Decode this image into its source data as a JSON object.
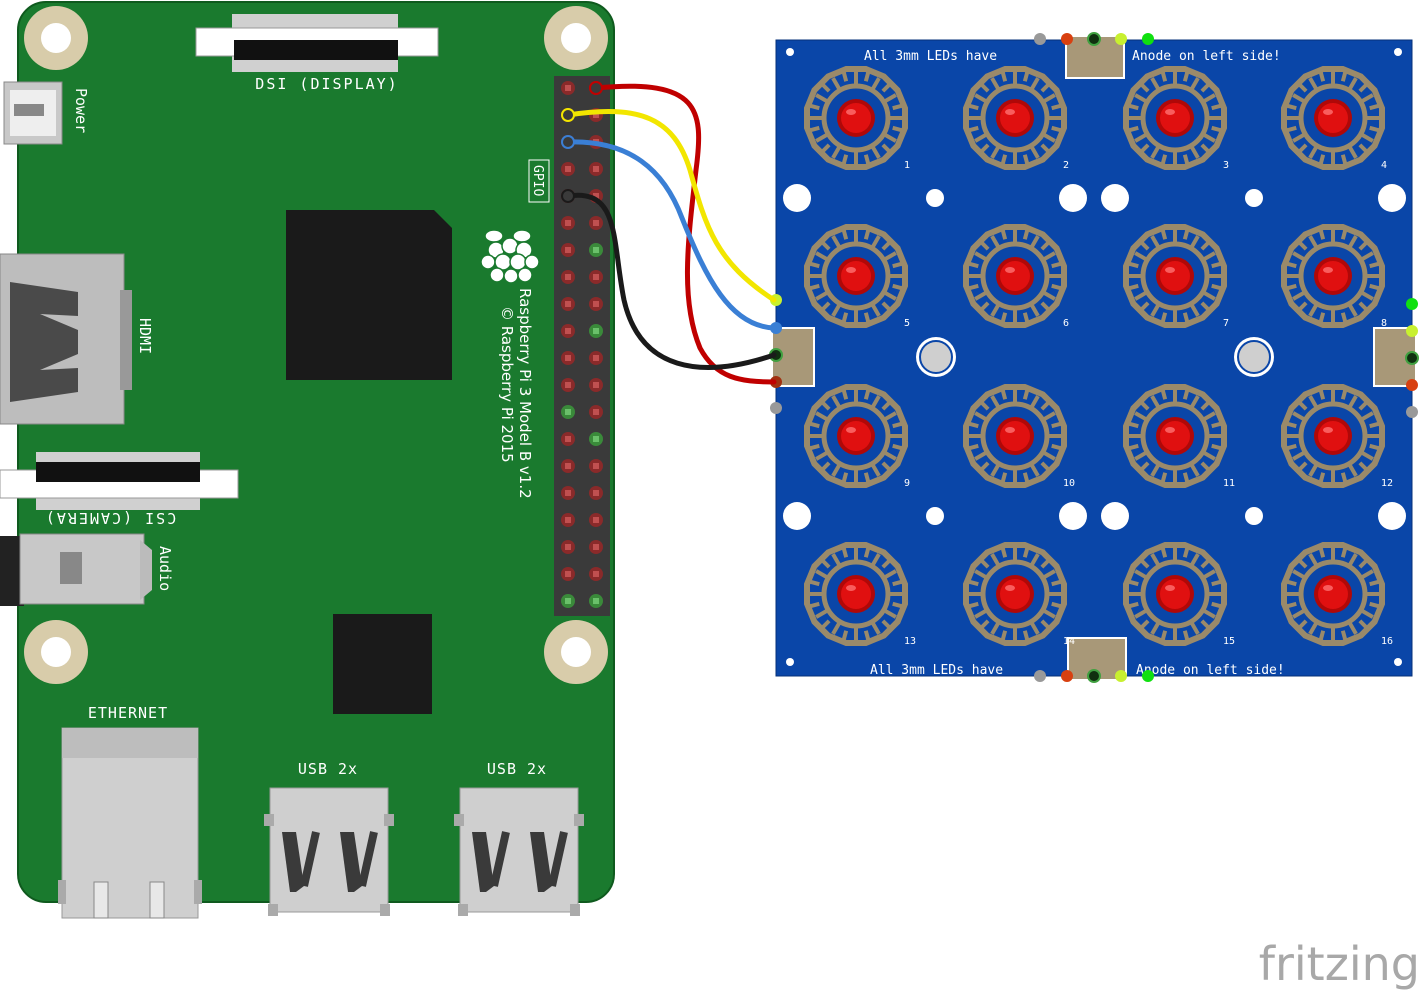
{
  "pi": {
    "dsi_label": "DSI (DISPLAY)",
    "power_label": "Power",
    "hdmi_label": "HDMI",
    "csi_label": "CSI (CAMERA)",
    "audio_label": "Audio",
    "gpio_label": "GPIO",
    "model_line": "Raspberry Pi 3 Model B v1.2",
    "copyright_line": "© Raspberry Pi 2015",
    "ethernet_label": "ETHERNET",
    "usb_label_1": "USB 2x",
    "usb_label_2": "USB 2x"
  },
  "led_board": {
    "top_note_left": "All 3mm LEDs have",
    "top_note_right": "Anode on left side!",
    "bottom_note_left": "All 3mm LEDs have",
    "bottom_note_right": "Anode on left side!",
    "led_numbers": [
      "1",
      "2",
      "3",
      "4",
      "5",
      "6",
      "7",
      "8",
      "9",
      "10",
      "11",
      "12",
      "13",
      "14",
      "15",
      "16"
    ]
  },
  "wires": [
    {
      "name": "red-wire",
      "color": "#c00000"
    },
    {
      "name": "yellow-wire",
      "color": "#f2e600"
    },
    {
      "name": "blue-wire",
      "color": "#3a7fd5"
    },
    {
      "name": "black-wire",
      "color": "#1a1a1a"
    }
  ],
  "colors": {
    "pi_board": "#1a7a2e",
    "led_board": "#0a46a8",
    "led": "#e01010",
    "footprint": "#9a8a6a"
  },
  "brand": "fritzing"
}
